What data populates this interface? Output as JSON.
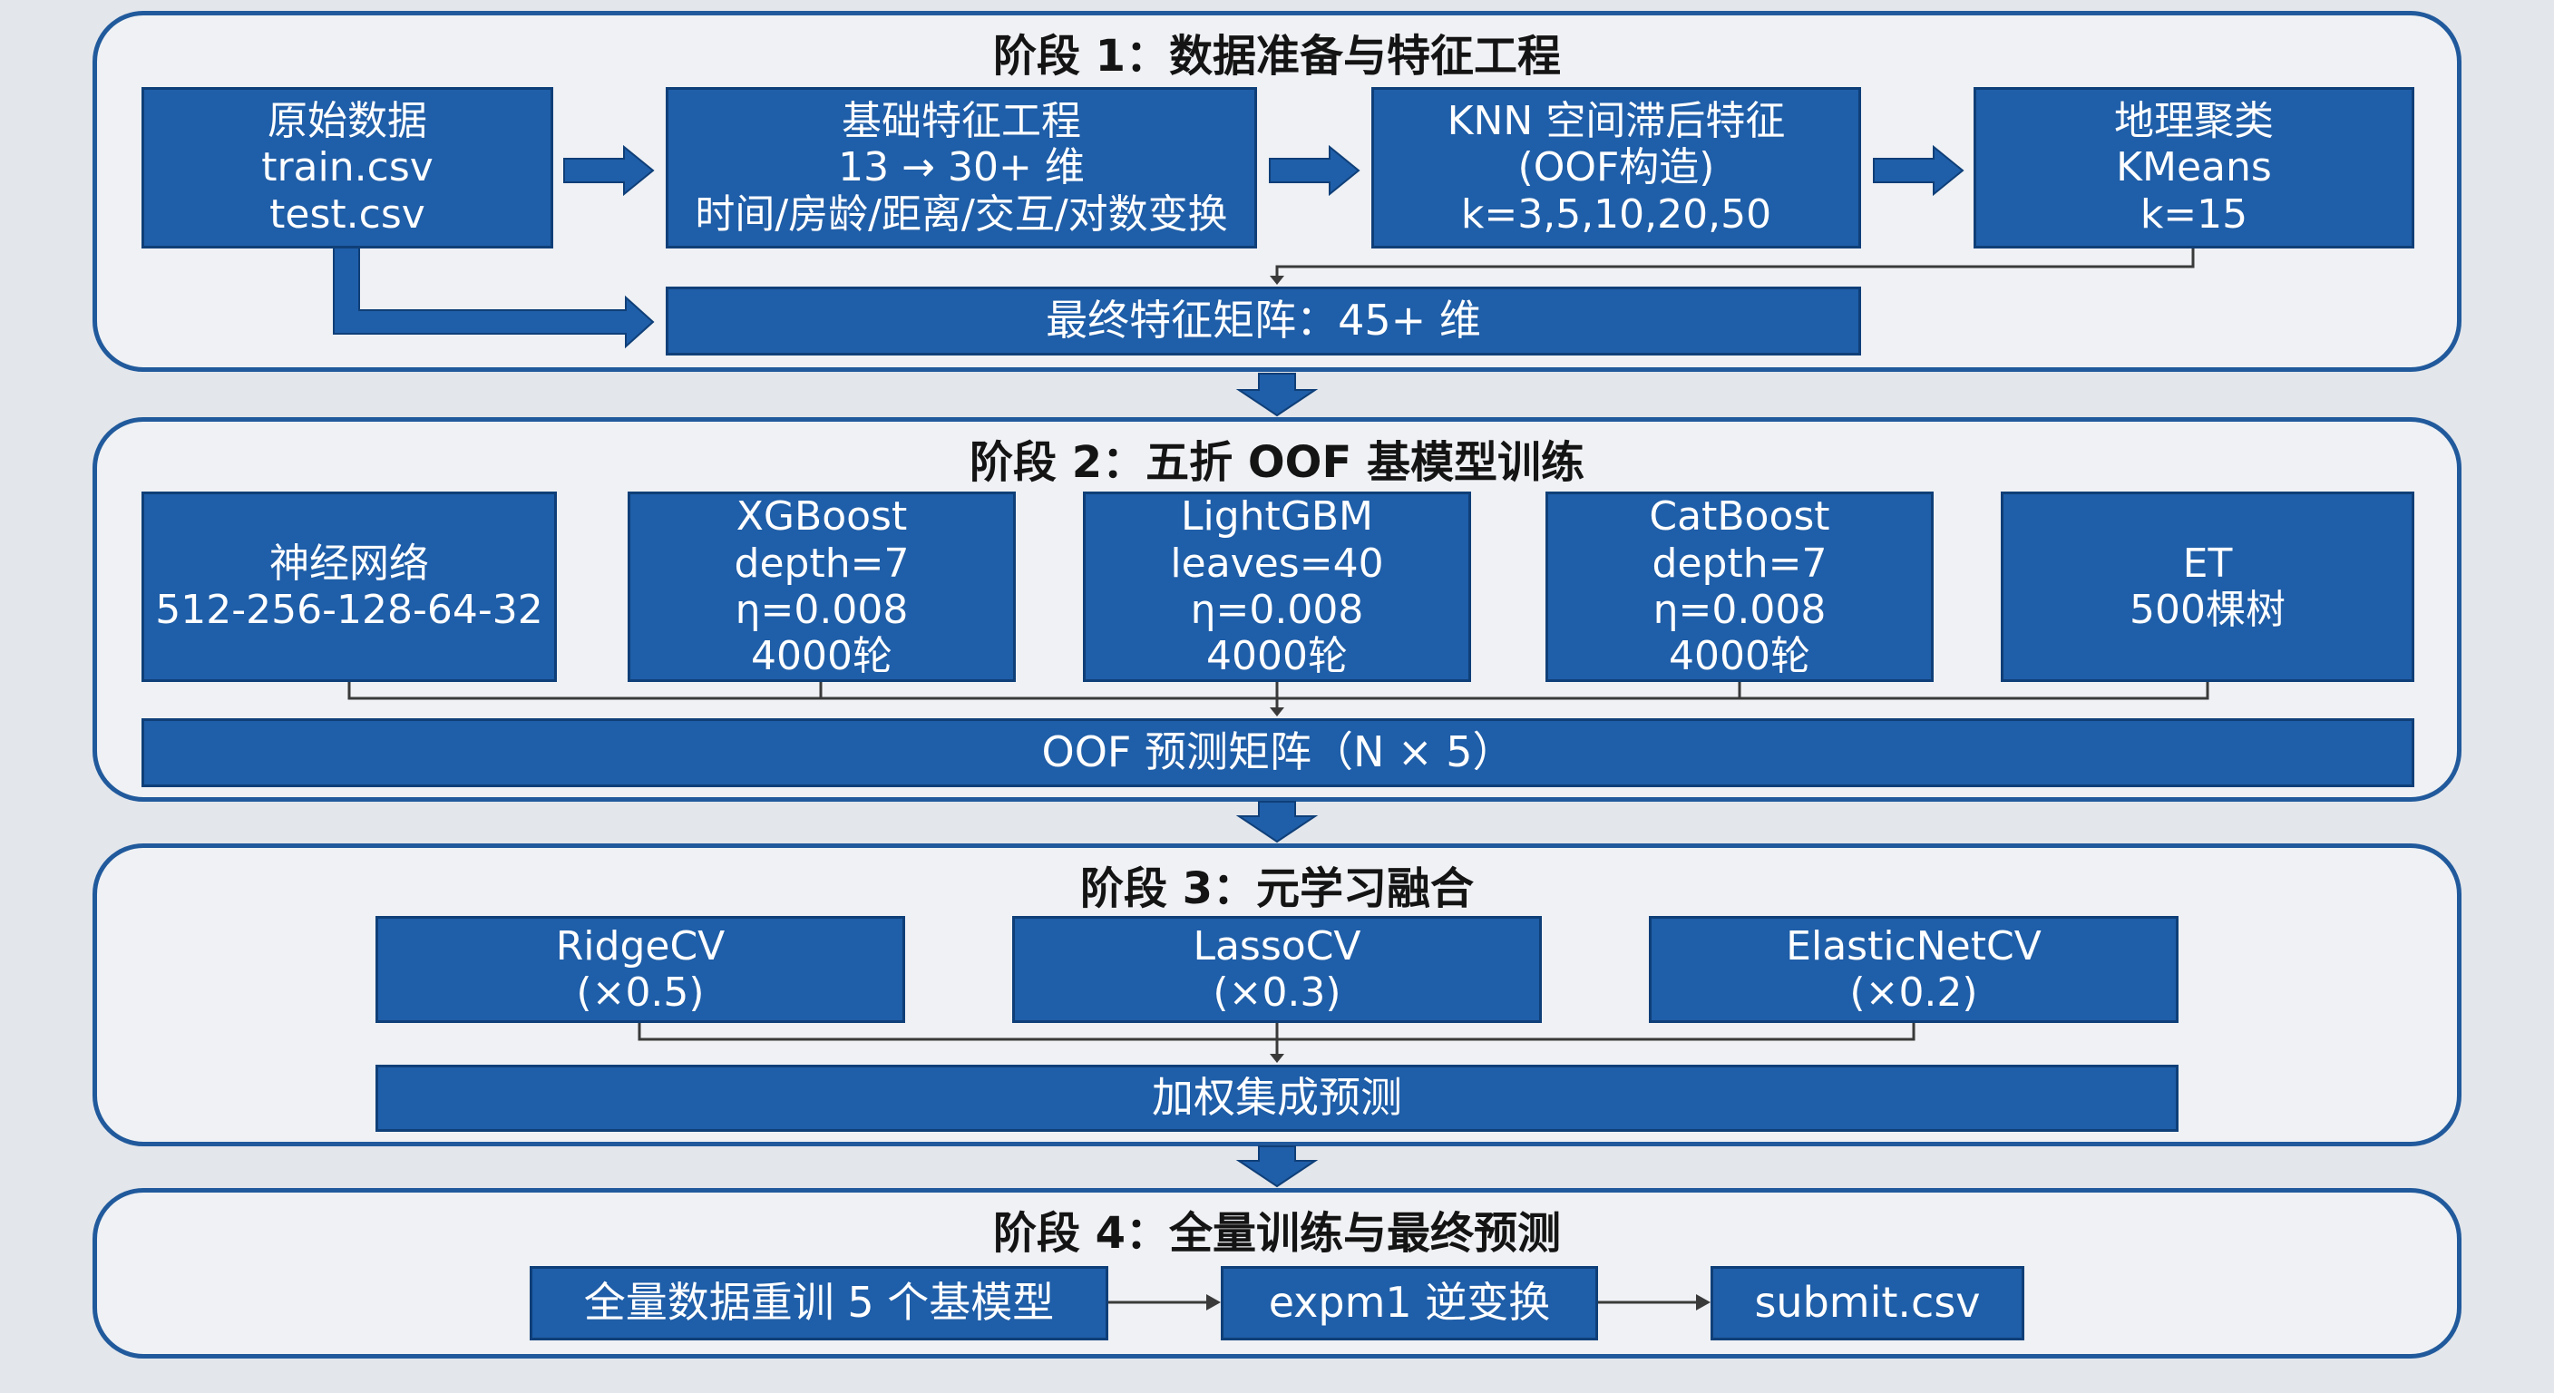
{
  "colors": {
    "box": "#1f5ea8",
    "border": "#215a9c",
    "arrow": "#1f5ea8",
    "background": "#e3e6eb"
  },
  "stage1": {
    "title": "阶段 1：数据准备与特征工程",
    "raw": {
      "title": "原始数据",
      "line1": "train.csv",
      "line2": "test.csv"
    },
    "basic": {
      "title": "基础特征工程",
      "line1": "13 → 30+ 维",
      "line2": "时间/房龄/距离/交互/对数变换"
    },
    "knn": {
      "title": "KNN 空间滞后特征",
      "line1": "(OOF构造)",
      "line2": "k=3,5,10,20,50"
    },
    "geo": {
      "title": "地理聚类",
      "line1": "KMeans",
      "line2": "k=15"
    },
    "final": "最终特征矩阵：45+ 维"
  },
  "stage2": {
    "title": "阶段 2：五折 OOF 基模型训练",
    "nn": {
      "title": "神经网络",
      "line1": "512-256-128-64-32"
    },
    "xgb": {
      "title": "XGBoost",
      "line1": "depth=7",
      "line2": "η=0.008",
      "line3": "4000轮"
    },
    "lgbm": {
      "title": "LightGBM",
      "line1": "leaves=40",
      "line2": "η=0.008",
      "line3": "4000轮"
    },
    "cat": {
      "title": "CatBoost",
      "line1": "depth=7",
      "line2": "η=0.008",
      "line3": "4000轮"
    },
    "et": {
      "title": "ET",
      "line1": "500棵树"
    },
    "oof": "OOF 预测矩阵（N × 5）"
  },
  "stage3": {
    "title": "阶段 3：元学习融合",
    "ridge": {
      "title": "RidgeCV",
      "line1": "(×0.5)"
    },
    "lasso": {
      "title": "LassoCV",
      "line1": "(×0.3)"
    },
    "enet": {
      "title": "ElasticNetCV",
      "line1": "(×0.2)"
    },
    "ensemble": "加权集成预测"
  },
  "stage4": {
    "title": "阶段 4：全量训练与最终预测",
    "retrain": "全量数据重训 5 个基模型",
    "expm1": "expm1 逆变换",
    "submit": "submit.csv"
  }
}
